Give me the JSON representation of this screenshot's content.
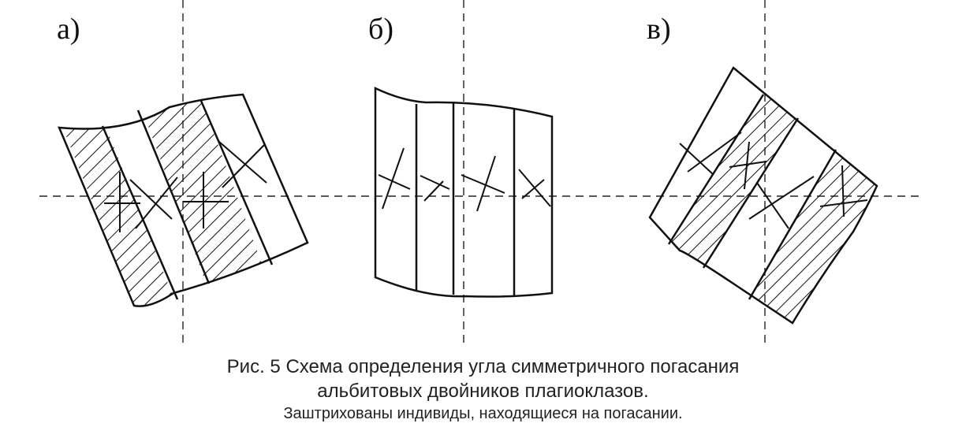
{
  "panels": [
    {
      "label": "а)"
    },
    {
      "label": "б)"
    },
    {
      "label": "в)"
    }
  ],
  "caption": {
    "line1": "Рис. 5 Схема определения угла симметричного погасания",
    "line2": "альбитовых двойников плагиоклазов.",
    "line3": "Заштрихованы индивиды, находящиеся на погасании."
  },
  "colors": {
    "ink": "#111111",
    "background": "#ffffff"
  }
}
